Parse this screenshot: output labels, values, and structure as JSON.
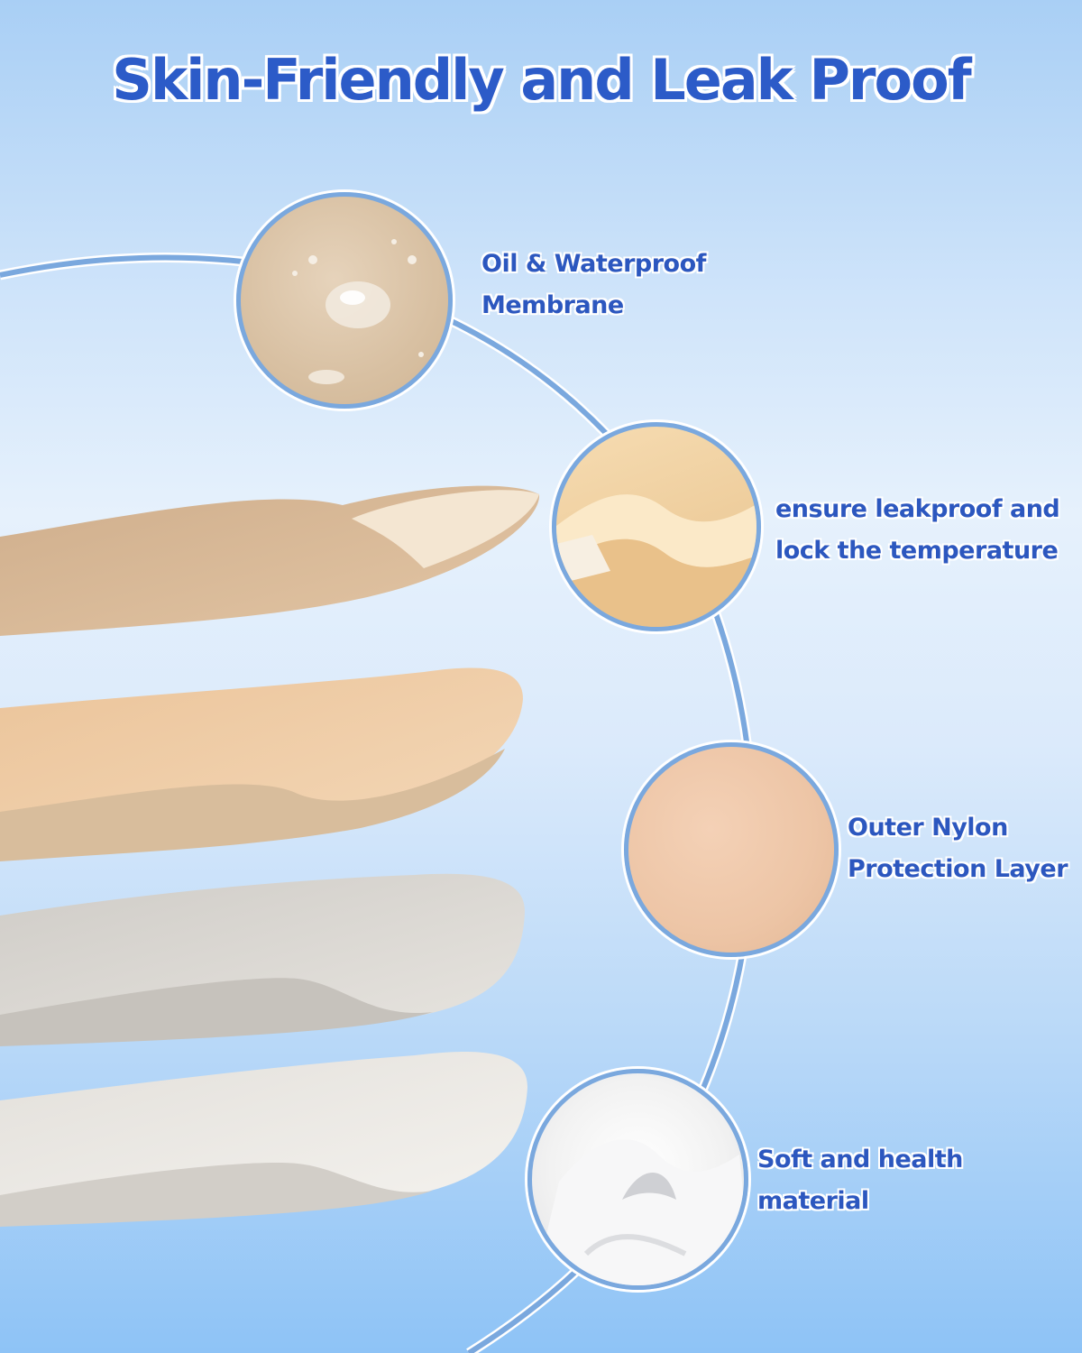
{
  "title": "Skin-Friendly and Leak Proof",
  "layers": [
    {
      "line1": "Oil & Waterproof",
      "line2": "Membrane",
      "icon": "water-droplet-fabric"
    },
    {
      "line1": "ensure leakproof and",
      "line2": "lock the temperature",
      "icon": "layered-film"
    },
    {
      "line1": "Outer Nylon",
      "line2": "Protection Layer",
      "icon": "nylon-fabric"
    },
    {
      "line1": "Soft and health",
      "line2": "material",
      "icon": "soft-cotton"
    }
  ],
  "colors": {
    "title": "#2c5bc8",
    "label": "#2c57bf",
    "ring": "#7aa8de",
    "tan": "#d9b894",
    "peach": "#ecc9a4",
    "grey": "#d8d5d0",
    "white": "#efece8"
  }
}
